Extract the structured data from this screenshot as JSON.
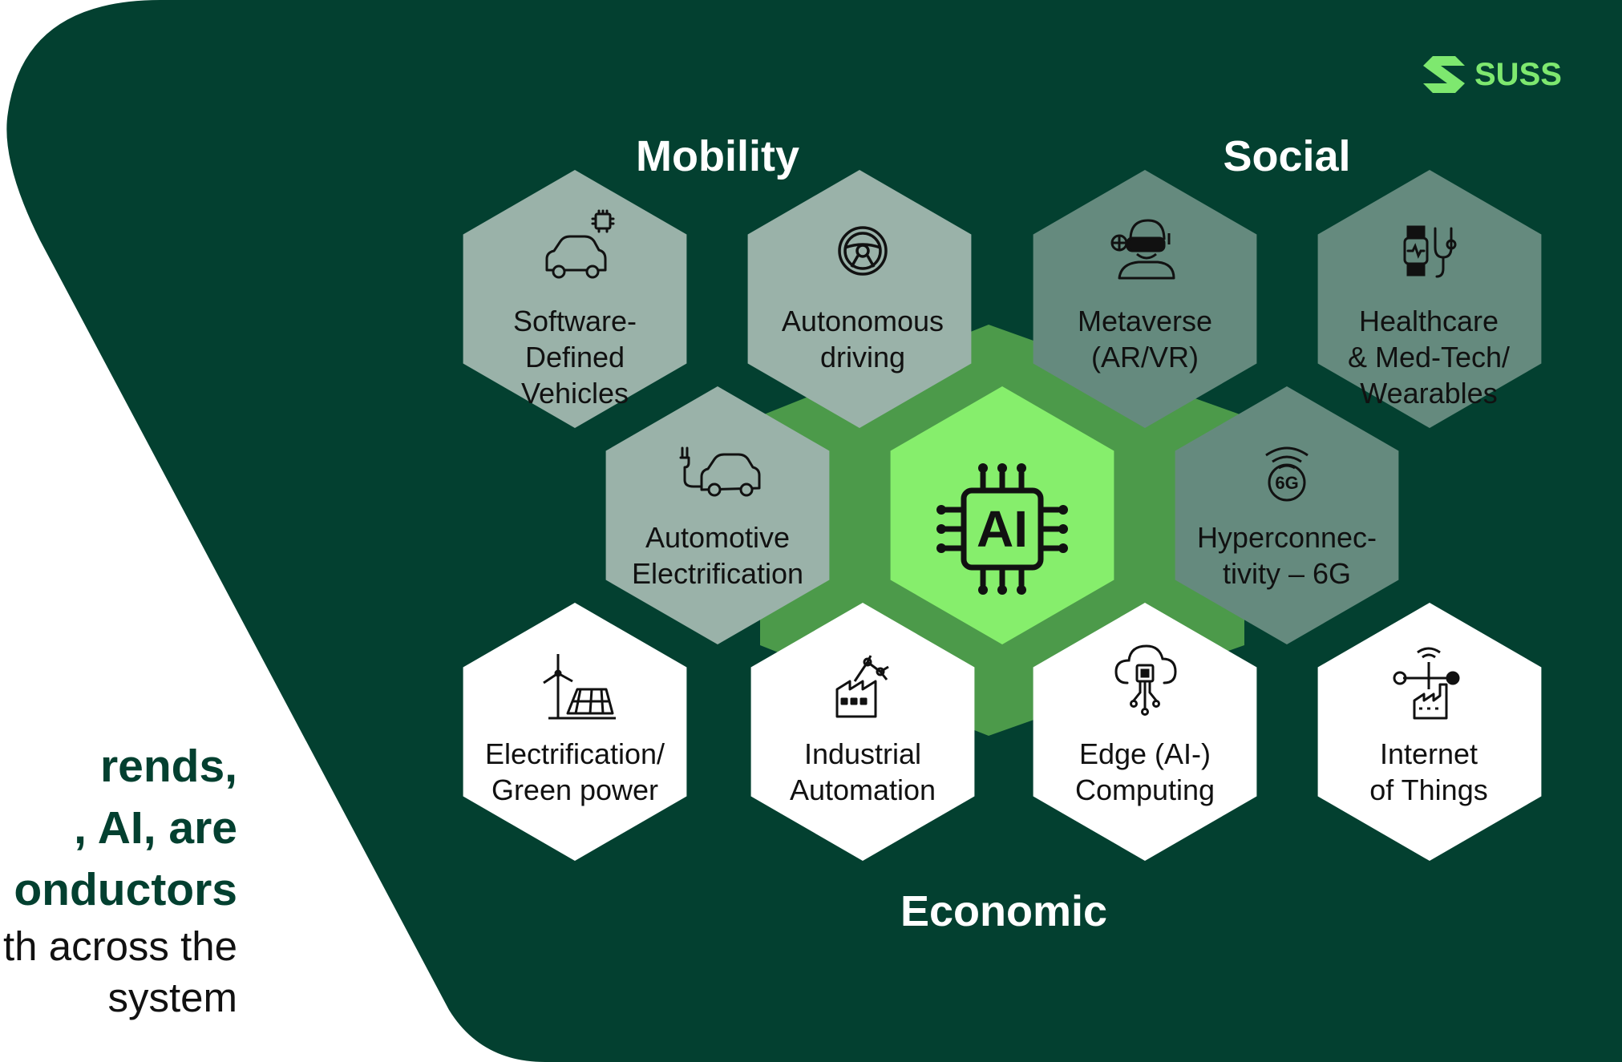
{
  "colors": {
    "panel": "#034030",
    "accent": "#86ee6c",
    "light_hex": "#9ab2a9",
    "mid_hex": "#658a7e",
    "white_hex": "#ffffff",
    "halo": "#4c9a4a"
  },
  "logo": {
    "text": "SUSS",
    "icon": "suss-logo-icon"
  },
  "left_text": {
    "bold_lines": [
      "rends,",
      ", AI, are",
      "onductors"
    ],
    "regular_lines": [
      "th across the",
      "system"
    ]
  },
  "headings": {
    "mobility": "Mobility",
    "social": "Social",
    "economic": "Economic"
  },
  "center": {
    "label": "AI",
    "icon": "ai-chip-icon"
  },
  "hexes": {
    "sdv": {
      "lines": [
        "Software-",
        "Defined",
        "Vehicles"
      ],
      "icon": "car-chip-icon"
    },
    "autonomous": {
      "lines": [
        "Autonomous",
        "driving"
      ],
      "icon": "steering-wheel-icon"
    },
    "metaverse": {
      "lines": [
        "Metaverse",
        "(AR/VR)"
      ],
      "icon": "vr-headset-person-icon"
    },
    "healthcare": {
      "lines": [
        "Healthcare",
        "& Med-Tech/",
        "Wearables"
      ],
      "icon": "smartwatch-stethoscope-icon"
    },
    "auto_elec": {
      "lines": [
        "Automotive",
        "Electrification"
      ],
      "icon": "electric-car-icon"
    },
    "hyperconn": {
      "lines": [
        "Hyperconnec-",
        "tivity – 6G"
      ],
      "icon": "6g-signal-icon"
    },
    "green_power": {
      "lines": [
        "Electrification/",
        "Green power"
      ],
      "icon": "wind-solar-icon"
    },
    "industrial": {
      "lines": [
        "Industrial",
        "Automation"
      ],
      "icon": "robot-arm-factory-icon"
    },
    "edge": {
      "lines": [
        "Edge (AI-)",
        "Computing"
      ],
      "icon": "cloud-chip-icon"
    },
    "iot": {
      "lines": [
        "Internet",
        "of Things"
      ],
      "icon": "iot-factory-icon"
    }
  }
}
